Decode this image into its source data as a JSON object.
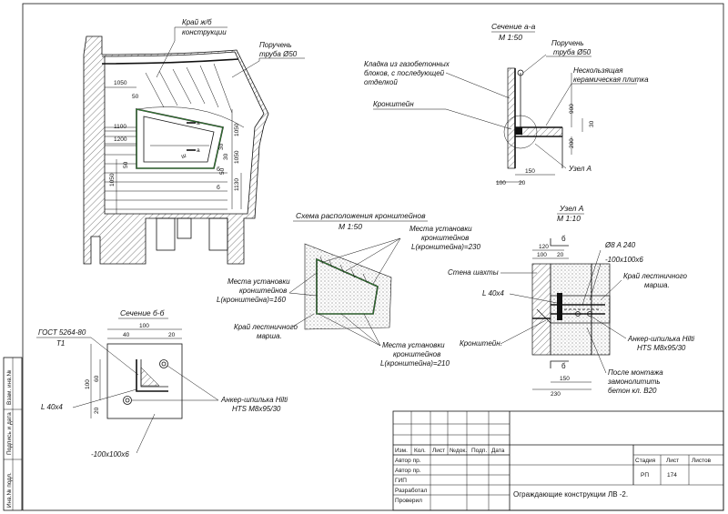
{
  "plan": {
    "edge_label_1": "Край ж/б",
    "edge_label_2": "конструкции",
    "rail_label_1": "Поручень",
    "rail_label_2": "труба Ø50",
    "dims": [
      "1050",
      "50",
      "1100",
      "1200",
      "50",
      "1050",
      "50",
      "30",
      "1050",
      "30",
      "1050",
      "1130",
      "а",
      "а",
      "б",
      "б"
    ]
  },
  "section_aa": {
    "title": "Сечение а-а",
    "scale": "М 1:50",
    "rail_1": "Поручень",
    "rail_2": "труба Ø50",
    "masonry_1": "Кладка из газобетонных",
    "masonry_2": "блоков, с последующей",
    "masonry_3": "отделкой",
    "tile_1": "Нескользящая",
    "tile_2": "керамическая плитка",
    "bracket": "Кронштейн",
    "node": "Узел А",
    "dims": [
      "900",
      "30",
      "200",
      "150",
      "100",
      "20"
    ]
  },
  "scheme": {
    "title": "Схема расположения кронштейнов",
    "scale": "М 1:50",
    "mount_top_1": "Места установки",
    "mount_top_2": "кронштейнов",
    "mount_top_3": "L(кронштейна)=230",
    "mount_left_1": "Места установки",
    "mount_left_2": "кронштейнов",
    "mount_left_3": "L(кронштейна)=160",
    "edge_1": "Край лестничного",
    "edge_2": "марша.",
    "mount_bot_1": "Места установки",
    "mount_bot_2": "кронштейнов",
    "mount_bot_3": "L(кронштейна)=210"
  },
  "node_a": {
    "title": "Узел А",
    "scale": "М 1:10",
    "rebar": "Ø8 A 240",
    "plate": "-100х100х6",
    "shaft_wall": "Стена шахты",
    "angle": "L 40х4",
    "edge_1": "Край лестничного",
    "edge_2": "марша.",
    "bracket": "Кронштейн.",
    "anchor_1": "Анкер-шпилька Hilti",
    "anchor_2": "HTS M8x95/30",
    "grout_1": "После монтажа",
    "grout_2": "замонолитить",
    "grout_3": "бетон кл. В20",
    "dims": [
      "120",
      "100",
      "20",
      "150",
      "230",
      "б",
      "б"
    ]
  },
  "section_bb": {
    "title": "Сечение б-б",
    "gost_1": "ГОСТ 5264-80",
    "gost_2": "Т1",
    "angle": "L 40х4",
    "anchor_1": "Анкер-шпилька Hilti",
    "anchor_2": "HTS M8x95/30",
    "plate": "-100х100х6",
    "dims": [
      "100",
      "40",
      "20",
      "60",
      "100",
      "20"
    ]
  },
  "side_stamp": [
    "Взам. инв.№",
    "Подпись и дата",
    "Инв.№ подл."
  ],
  "title_block": {
    "col_headers": [
      "Изм.",
      "Кол.",
      "Лист",
      "№док.",
      "Подп.",
      "Дата"
    ],
    "rows": [
      "Автор пр.",
      "Автор пр.",
      "ГИП",
      "Разработал",
      "Проверил"
    ],
    "stage_header": "Стадия",
    "sheet_header": "Лист",
    "sheets_header": "Листов",
    "stage": "РП",
    "sheet": "174",
    "sheets": "",
    "name": "Ограждающие конструкции ЛВ -2."
  }
}
